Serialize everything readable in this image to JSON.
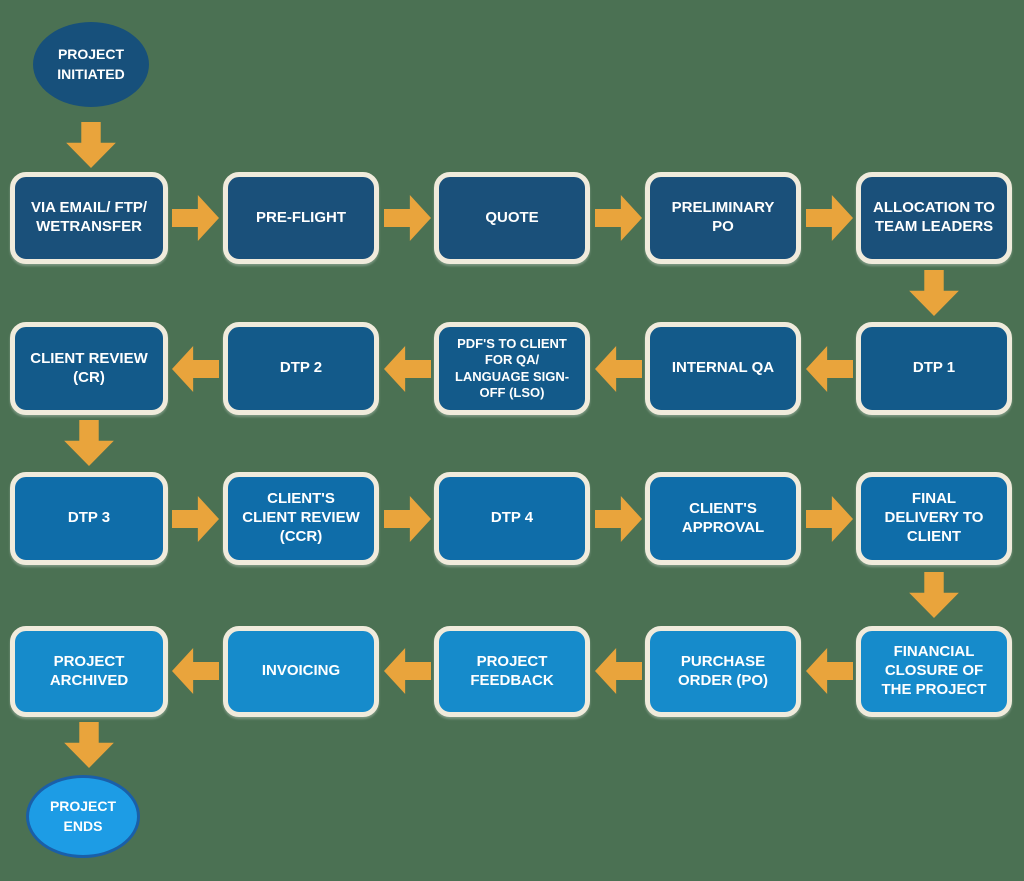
{
  "colors": {
    "background": "#4B7153",
    "row1_box_fill": "#1A507A",
    "row2_box_fill": "#135A8A",
    "row3_box_fill": "#0F6DA9",
    "row4_box_fill": "#168BCB",
    "start_ellipse_fill": "#17507B",
    "end_ellipse_fill": "#1D9CE5",
    "end_ellipse_border": "#1A5FA8",
    "box_border": "#F0EBDC",
    "arrow": "#E9A43C",
    "text": "#FFFFFF"
  },
  "flow": {
    "start": {
      "label": "PROJECT\nINITIATED"
    },
    "end": {
      "label": "PROJECT\nENDS"
    },
    "rows": [
      {
        "flow_direction": "right",
        "cells": [
          "VIA EMAIL/ FTP/\nWETRANSFER",
          "PRE-FLIGHT",
          "QUOTE",
          "PRELIMINARY\nPO",
          "ALLOCATION TO\nTEAM LEADERS"
        ]
      },
      {
        "flow_direction": "left",
        "cells": [
          "CLIENT REVIEW\n(CR)",
          "DTP 2",
          "PDF'S TO CLIENT\nFOR QA/\nLANGUAGE SIGN-\nOFF (LSO)",
          "INTERNAL QA",
          "DTP 1"
        ]
      },
      {
        "flow_direction": "right",
        "cells": [
          "DTP 3",
          "CLIENT'S\nCLIENT REVIEW\n(CCR)",
          "DTP 4",
          "CLIENT'S\nAPPROVAL",
          "FINAL\nDELIVERY TO\nCLIENT"
        ]
      },
      {
        "flow_direction": "left",
        "cells": [
          "PROJECT\nARCHIVED",
          "INVOICING",
          "PROJECT\nFEEDBACK",
          "PURCHASE\nORDER (PO)",
          "FINANCIAL\nCLOSURE OF\nTHE PROJECT"
        ]
      }
    ]
  }
}
